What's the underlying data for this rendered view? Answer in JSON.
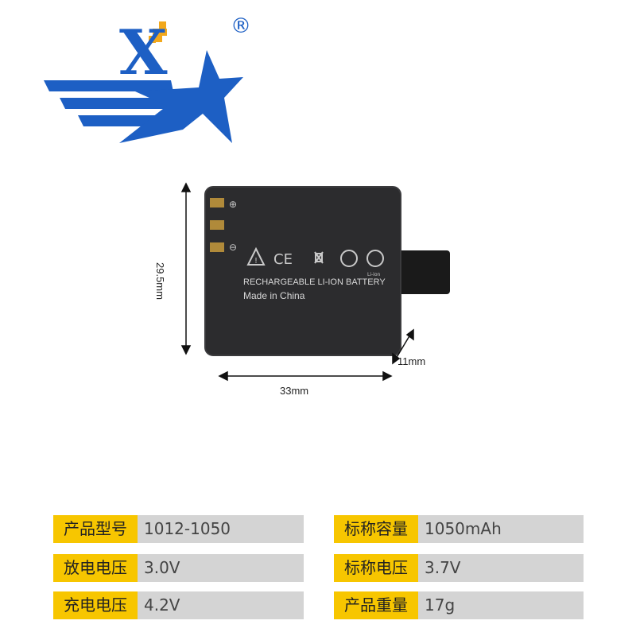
{
  "logo": {
    "letter": "X",
    "registered_mark": "®",
    "colors": {
      "primary": "#1d5fc4",
      "accent": "#f2a81c"
    }
  },
  "product": {
    "battery_label_line1": "RECHARGEABLE LI-ION BATTERY",
    "battery_label_line2": "Made in China",
    "terminal_plus": "⊕",
    "terminal_minus": "⊖",
    "recycle_label": "Li-ion",
    "ce_mark": "CE"
  },
  "dimensions": {
    "height": "29.5mm",
    "width": "33mm",
    "depth": "11mm"
  },
  "specs": [
    {
      "key": "产品型号",
      "value": "1012-1050"
    },
    {
      "key": "标称容量",
      "value": "1050mAh"
    },
    {
      "key": "放电电压",
      "value": "3.0V"
    },
    {
      "key": "标称电压",
      "value": "3.7V"
    },
    {
      "key": "充电电压",
      "value": "4.2V"
    },
    {
      "key": "产品重量",
      "value": "17g"
    }
  ]
}
